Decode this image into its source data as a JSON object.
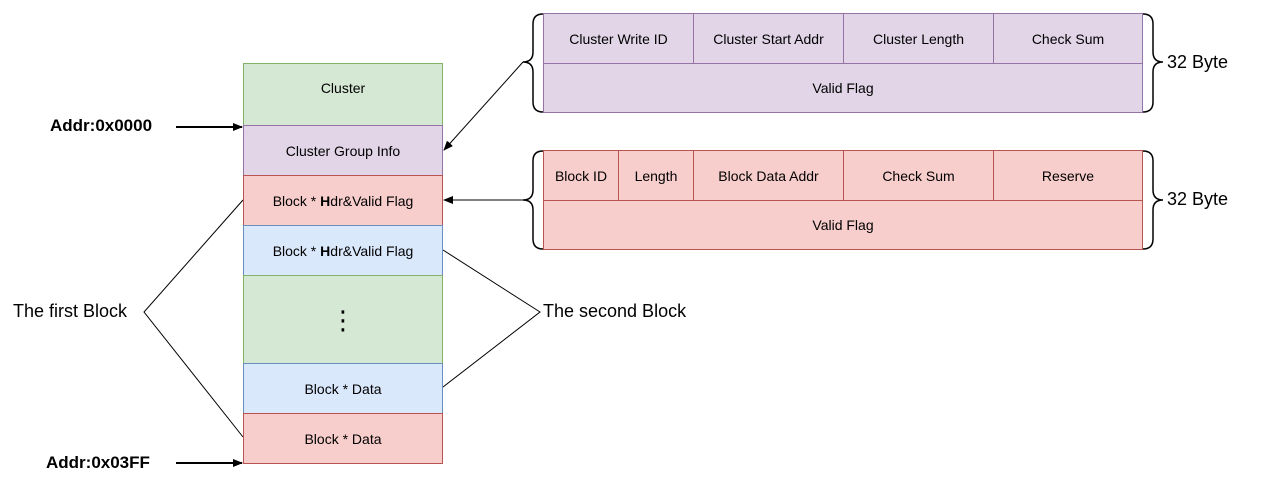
{
  "memory": {
    "addr_start": "Addr:0x0000",
    "addr_end": "Addr:0x03FF",
    "cluster": "Cluster",
    "cluster_group_info": "Cluster Group Info",
    "block_hdr_1_pre": "Block * ",
    "block_hdr_1_bold": "H",
    "block_hdr_1_post": "dr&Valid Flag",
    "block_hdr_2_pre": "Block * ",
    "block_hdr_2_bold": "H",
    "block_hdr_2_post": "dr&Valid Flag",
    "ellipsis": "⋮",
    "block_data_2": "Block * Data",
    "block_data_1": "Block * Data"
  },
  "labels": {
    "first_block": "The first Block",
    "second_block": "The second Block"
  },
  "cluster_struct": {
    "fields": [
      "Cluster Write ID",
      "Cluster Start Addr",
      "Cluster Length",
      "Check Sum"
    ],
    "valid_flag": "Valid Flag",
    "size": "32 Byte"
  },
  "block_struct": {
    "fields": [
      "Block ID",
      "Length",
      "Block Data Addr",
      "Check Sum",
      "Reserve"
    ],
    "valid_flag": "Valid Flag",
    "size": "32 Byte"
  },
  "colors": {
    "green": "#d5e8d4",
    "purple": "#e1d5e7",
    "red": "#f8cecc",
    "blue": "#dae8fc"
  }
}
